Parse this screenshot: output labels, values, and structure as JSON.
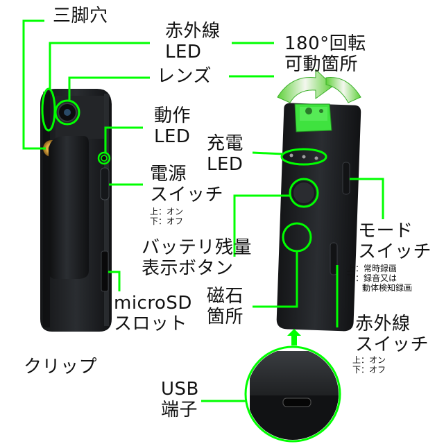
{
  "colors": {
    "accent": "#00ff00",
    "device_body": "#1e2023",
    "lens_module": "#3fe23f",
    "text": "#111111"
  },
  "labels": {
    "tripod_hole": "三脚穴",
    "ir_led": [
      "赤外線",
      "LED"
    ],
    "rotation": [
      "180°回転",
      "可動箇所"
    ],
    "lens": "レンズ",
    "status_led": [
      "動作",
      "LED"
    ],
    "charge_led": [
      "充電",
      "LED"
    ],
    "power_switch": [
      "電源",
      "スイッチ"
    ],
    "power_switch_notes": [
      "上：オン",
      "下：オフ"
    ],
    "mode_switch": [
      "モード",
      "スイッチ"
    ],
    "mode_switch_notes": [
      "上：常時録画",
      "下：録音又は",
      "動体検知録画"
    ],
    "battery_button": [
      "バッテリ残量",
      "表示ボタン"
    ],
    "microsd_slot": [
      "microSD",
      "スロット"
    ],
    "magnet": [
      "磁石",
      "箇所"
    ],
    "ir_switch": [
      "赤外線",
      "スイッチ"
    ],
    "ir_switch_notes": [
      "上：オン",
      "下：オフ"
    ],
    "clip": "クリップ",
    "usb_port": [
      "USB",
      "端子"
    ]
  },
  "icons": {
    "rotation_arrow": "curved-double-arrow-icon",
    "up_arrow": "up-arrow-icon"
  }
}
